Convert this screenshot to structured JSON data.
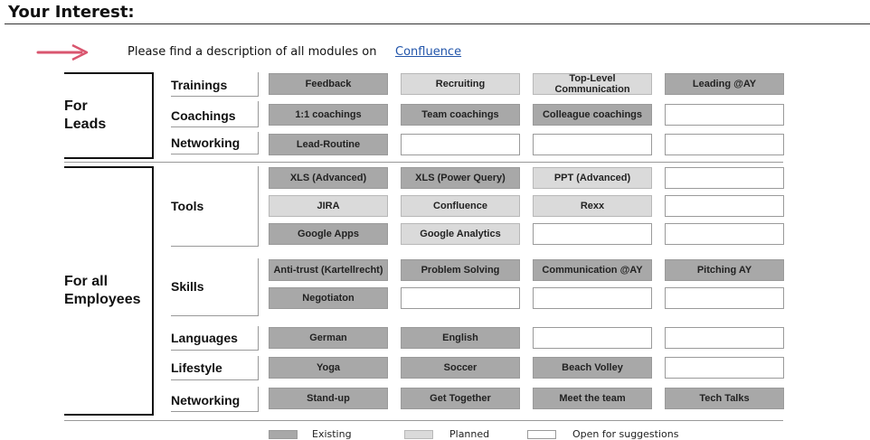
{
  "page": {
    "title": "Your Interest:"
  },
  "intro": {
    "text": "Please find a description of all modules on",
    "link_label": "Confluence"
  },
  "groups": {
    "leads": "For\nLeads",
    "all": "For all\nEmployees"
  },
  "categories": {
    "trainings": "Trainings",
    "coachings": "Coachings",
    "networking_leads": "Networking",
    "tools": "Tools",
    "skills": "Skills",
    "languages": "Languages",
    "lifestyle": "Lifestyle",
    "networking_all": "Networking"
  },
  "modules": {
    "feedback": "Feedback",
    "recruiting": "Recruiting",
    "top_level": "Top-Level\nCommunication",
    "leading_ay": "Leading @AY",
    "coaching_11": "1:1 coachings",
    "team_coachings": "Team coachings",
    "colleague_coachings": "Colleague coachings",
    "lead_routine": "Lead-Routine",
    "xls_adv": "XLS (Advanced)",
    "xls_pq": "XLS (Power Query)",
    "ppt_adv": "PPT (Advanced)",
    "jira": "JIRA",
    "confluence": "Confluence",
    "rexx": "Rexx",
    "google_apps": "Google Apps",
    "google_analytics": "Google Analytics",
    "antitrust": "Anti-trust (Kartellrecht)",
    "problem_solving": "Problem Solving",
    "communication_ay": "Communication @AY",
    "pitching_ay": "Pitching AY",
    "negotiation": "Negotiaton",
    "german": "German",
    "english": "English",
    "yoga": "Yoga",
    "soccer": "Soccer",
    "beach_volley": "Beach Volley",
    "standup": "Stand-up",
    "get_together": "Get Together",
    "meet_team": "Meet the team",
    "tech_talks": "Tech Talks"
  },
  "legend": {
    "existing": "Existing",
    "planned": "Planned",
    "open": "Open for suggestions"
  },
  "colors": {
    "existing": "#a8a8a8",
    "planned": "#dadada",
    "open": "#ffffff",
    "link": "#2255aa",
    "arrow": "#d9566f"
  }
}
